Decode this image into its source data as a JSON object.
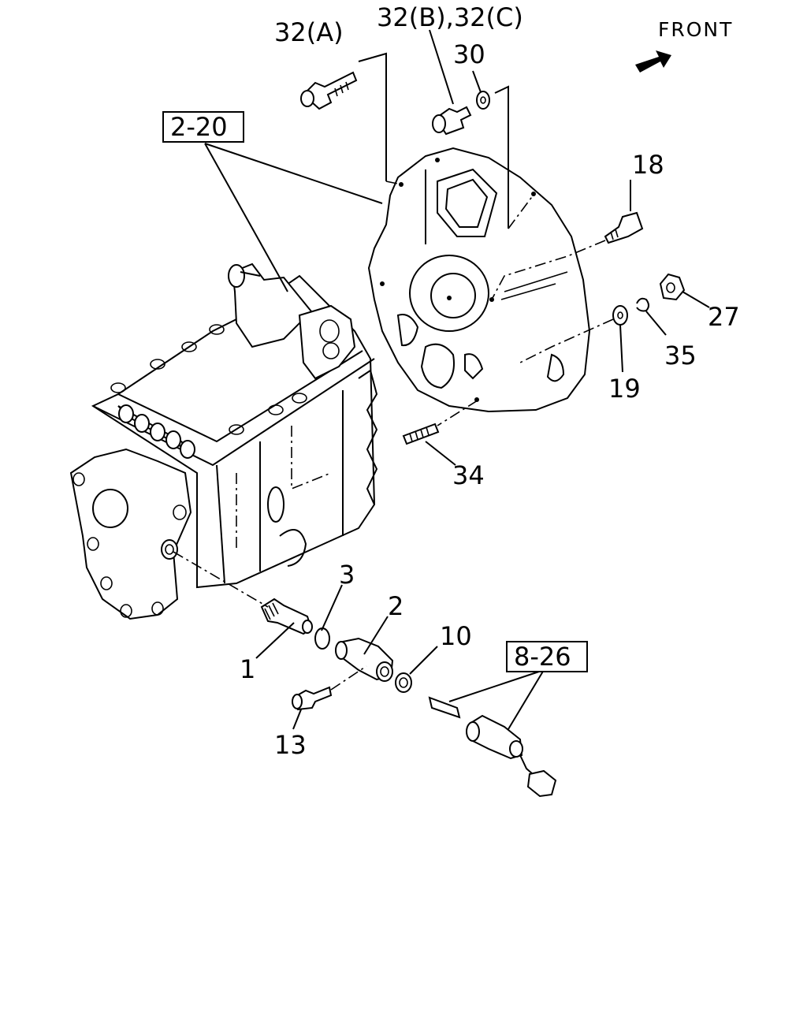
{
  "orientation": {
    "front_label": "FRONT",
    "front_icon": "arrow-icon"
  },
  "callouts": {
    "c32a": "32(A)",
    "c32bc": "32(B),32(C)",
    "c30": "30",
    "c2_20": "2-20",
    "c18": "18",
    "c27": "27",
    "c35": "35",
    "c19": "19",
    "c34": "34",
    "c3": "3",
    "c2": "2",
    "c10": "10",
    "c8_26": "8-26",
    "c1": "1",
    "c13": "13"
  }
}
